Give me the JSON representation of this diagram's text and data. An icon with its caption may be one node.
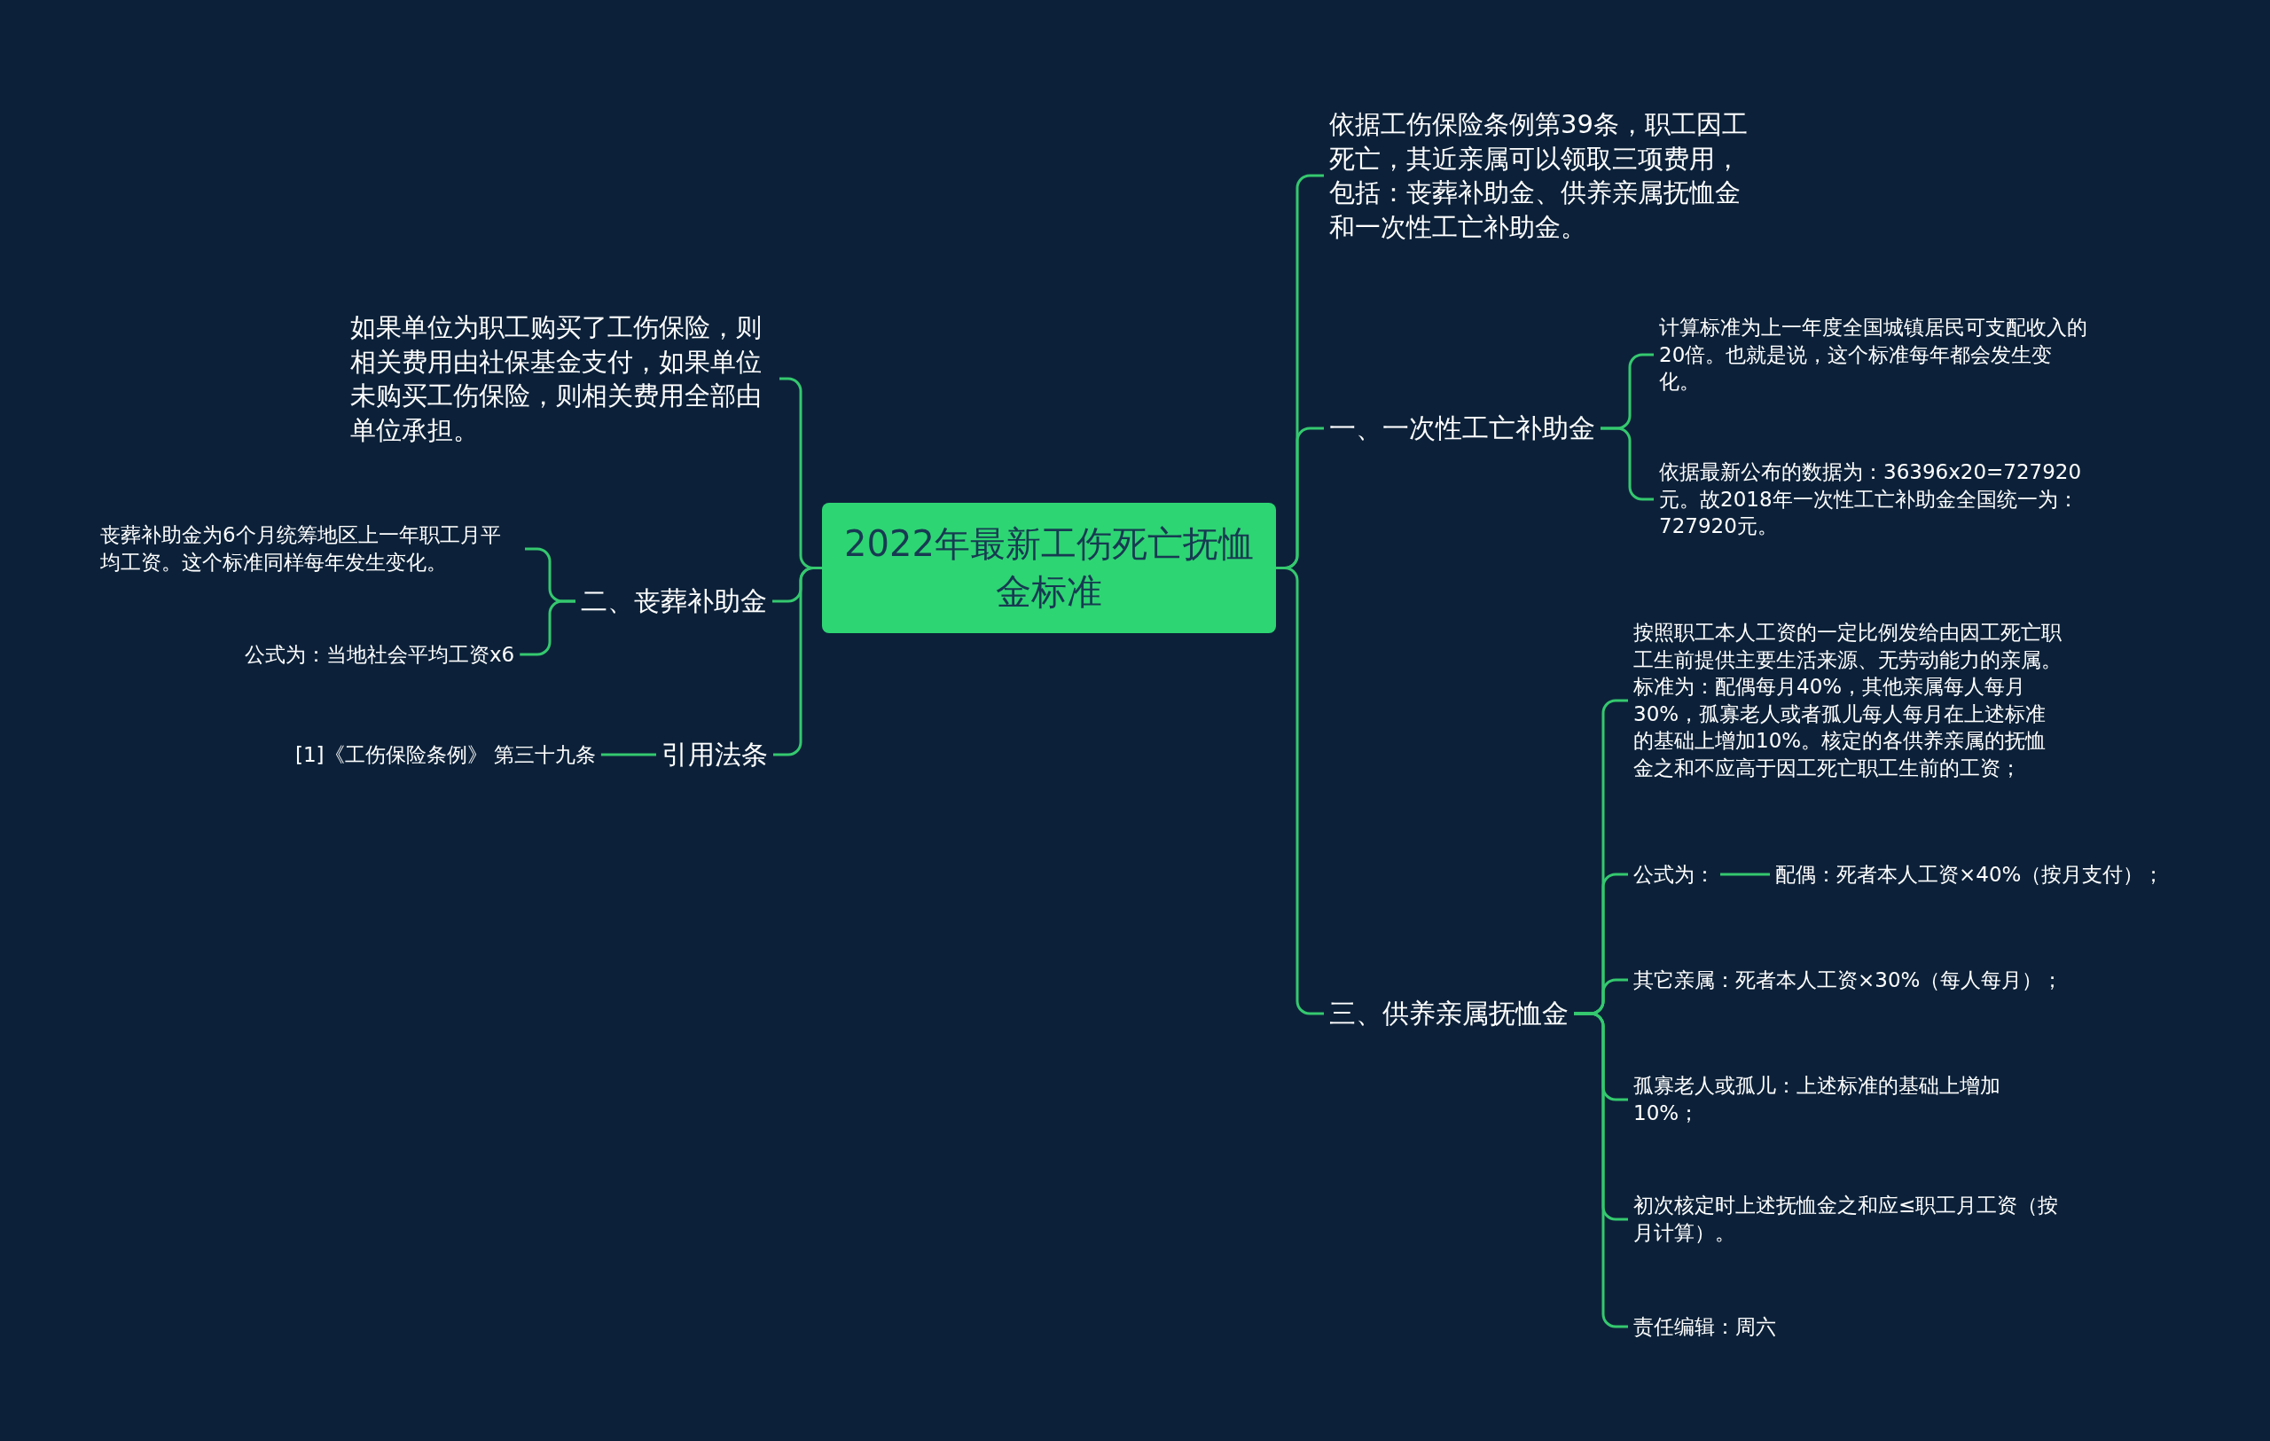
{
  "diagram": {
    "nodes": [
      {
        "text": [
          "2022年最新工伤死亡抚恤金标准"
        ]
      },
      {
        "text": [
          "依据工伤保险条例第39条，职工因工死亡，其近亲属可以领取三项费用，包括：丧葬补助金、供养亲属抚恤金和一次性工亡补助金。"
        ]
      },
      {
        "text": [
          "一、一次性工亡补助金"
        ]
      },
      {
        "text": [
          "计算标准为上一年度全国城镇居民可支配收入的20倍。也就是说，这个标准每年都会发生变化。"
        ]
      },
      {
        "text": [
          "依据最新公布的数据为：36396x20=727920元。故2018年一次性工亡补助金全国统一为：727920元。"
        ]
      },
      {
        "text": [
          "三、供养亲属抚恤金"
        ]
      },
      {
        "text": [
          "按照职工本人工资的一定比例发给由因工死亡职工生前提供主要生活来源、无劳动能力的亲属。标准为：配偶每月40%，其他亲属每人每月30%，孤寡老人或者孤儿每人每月在上述标准的基础上增加10%。核定的各供养亲属的抚恤金之和不应高于因工死亡职工生前的工资；"
        ]
      },
      {
        "text": [
          "公式为："
        ]
      },
      {
        "text": [
          "配偶：死者本人工资×40%（按月支付）；"
        ]
      },
      {
        "text": [
          "其它亲属：死者本人工资×30%（每人每月）；"
        ]
      },
      {
        "text": [
          "孤寡老人或孤儿：上述标准的基础上增加10%；"
        ]
      },
      {
        "text": [
          "初次核定时上述抚恤金之和应≤职工月工资（按月计算）。"
        ]
      },
      {
        "text": [
          "责任编辑：周六"
        ]
      },
      {
        "text": [
          "如果单位为职工购买了工伤保险，则相关费用由社保基金支付，如果单位未购买工伤保险，则相关费用全部由单位承担。"
        ]
      },
      {
        "text": [
          "二、丧葬补助金"
        ]
      },
      {
        "text": [
          "丧葬补助金为6个月统筹地区上一年职工月平均工资。这个标准同样每年发生变化。"
        ]
      },
      {
        "text": [
          "公式为：当地社会平均工资x6"
        ]
      },
      {
        "text": [
          "引用法条"
        ]
      },
      {
        "text": [
          "[1]《工伤保险条例》 第三十九条"
        ]
      }
    ],
    "edges": [
      {
        "from": 0,
        "to": 1,
        "arrow": "none"
      },
      {
        "from": 0,
        "to": 2,
        "arrow": "none"
      },
      {
        "from": 2,
        "to": 3,
        "arrow": "none"
      },
      {
        "from": 2,
        "to": 4,
        "arrow": "none"
      },
      {
        "from": 0,
        "to": 5,
        "arrow": "none"
      },
      {
        "from": 5,
        "to": 6,
        "arrow": "none"
      },
      {
        "from": 5,
        "to": 7,
        "arrow": "none"
      },
      {
        "from": 7,
        "to": 8,
        "arrow": "none"
      },
      {
        "from": 5,
        "to": 9,
        "arrow": "none"
      },
      {
        "from": 5,
        "to": 10,
        "arrow": "none"
      },
      {
        "from": 5,
        "to": 11,
        "arrow": "none"
      },
      {
        "from": 5,
        "to": 12,
        "arrow": "none"
      },
      {
        "from": 0,
        "to": 13,
        "arrow": "none"
      },
      {
        "from": 0,
        "to": 14,
        "arrow": "none"
      },
      {
        "from": 14,
        "to": 15,
        "arrow": "none"
      },
      {
        "from": 14,
        "to": 16,
        "arrow": "none"
      },
      {
        "from": 0,
        "to": 17,
        "arrow": "none"
      },
      {
        "from": 17,
        "to": 18,
        "arrow": "none"
      }
    ]
  }
}
